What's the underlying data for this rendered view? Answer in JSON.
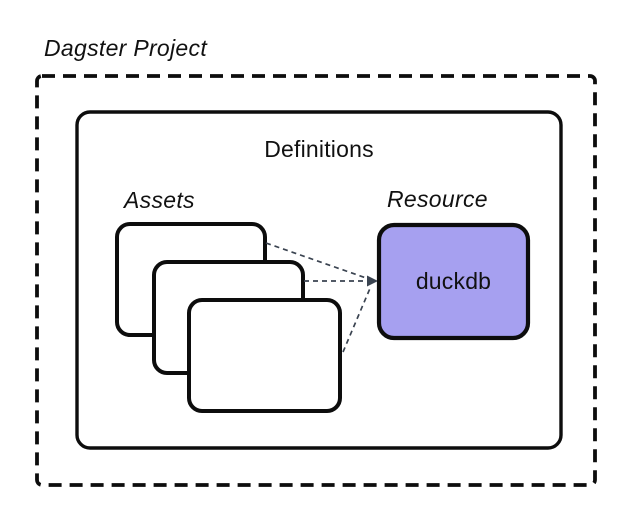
{
  "diagram": {
    "project_label": "Dagster Project",
    "definitions_label": "Definitions",
    "assets_label": "Assets",
    "resource_label": "Resource",
    "resource_name": "duckdb",
    "asset_card_count": 3,
    "connector_count": 3,
    "colors": {
      "background": "#ffffff",
      "box_border": "#0d0d0d",
      "resource_fill": "#a6a0f0",
      "connector": "#3a4350",
      "text": "#111111"
    }
  }
}
